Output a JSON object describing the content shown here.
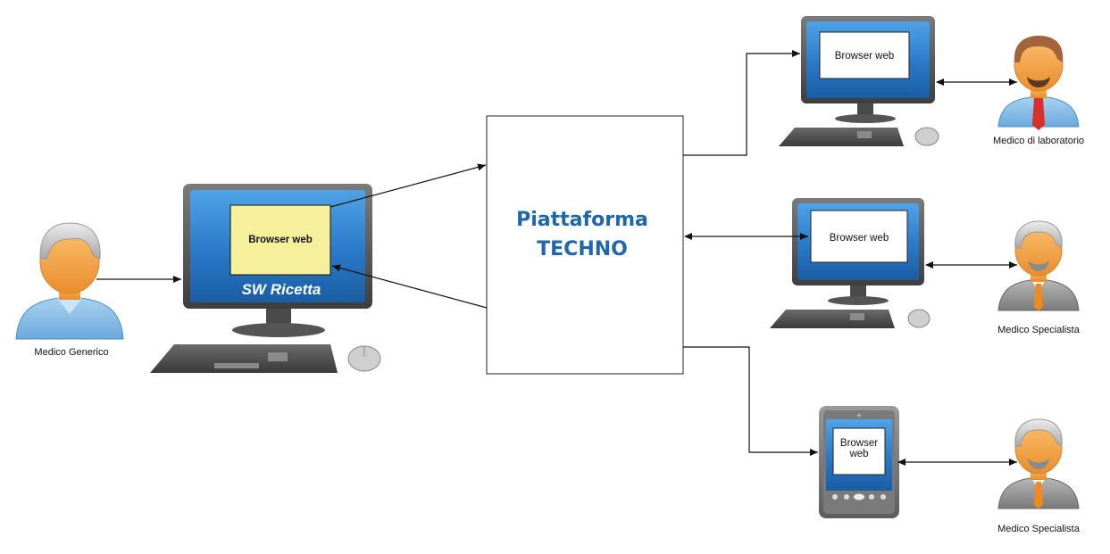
{
  "actors": {
    "medico_generico": "Medico Generico",
    "medico_laboratorio": "Medico di laboratorio",
    "medico_specialista_1": "Medico Specialista",
    "medico_specialista_2": "Medico Specialista"
  },
  "platform": {
    "line1": "Piattaforma",
    "line2": "TECHNO"
  },
  "main_computer": {
    "screen_label": "Browser web",
    "caption": "SW Ricetta"
  },
  "lab_computer": {
    "screen_label": "Browser web"
  },
  "specialist_computer": {
    "screen_label": "Browser web"
  },
  "tablet": {
    "screen_label_1": "Browser",
    "screen_label_2": "web"
  },
  "colors": {
    "platform_title": "#1f67ad",
    "monitor_blue": "#2a79c8",
    "sticky_yellow": "#f6f09c",
    "person_skin": "#f4a64d",
    "person_shirt_blue": "#8cc0e8",
    "person_suit_grey": "#9a9a9a",
    "tie_red": "#d8302a",
    "tie_orange": "#f08a1c"
  },
  "icons": [
    "person-icon",
    "computer-icon",
    "tablet-icon",
    "keyboard-icon",
    "mouse-icon"
  ]
}
